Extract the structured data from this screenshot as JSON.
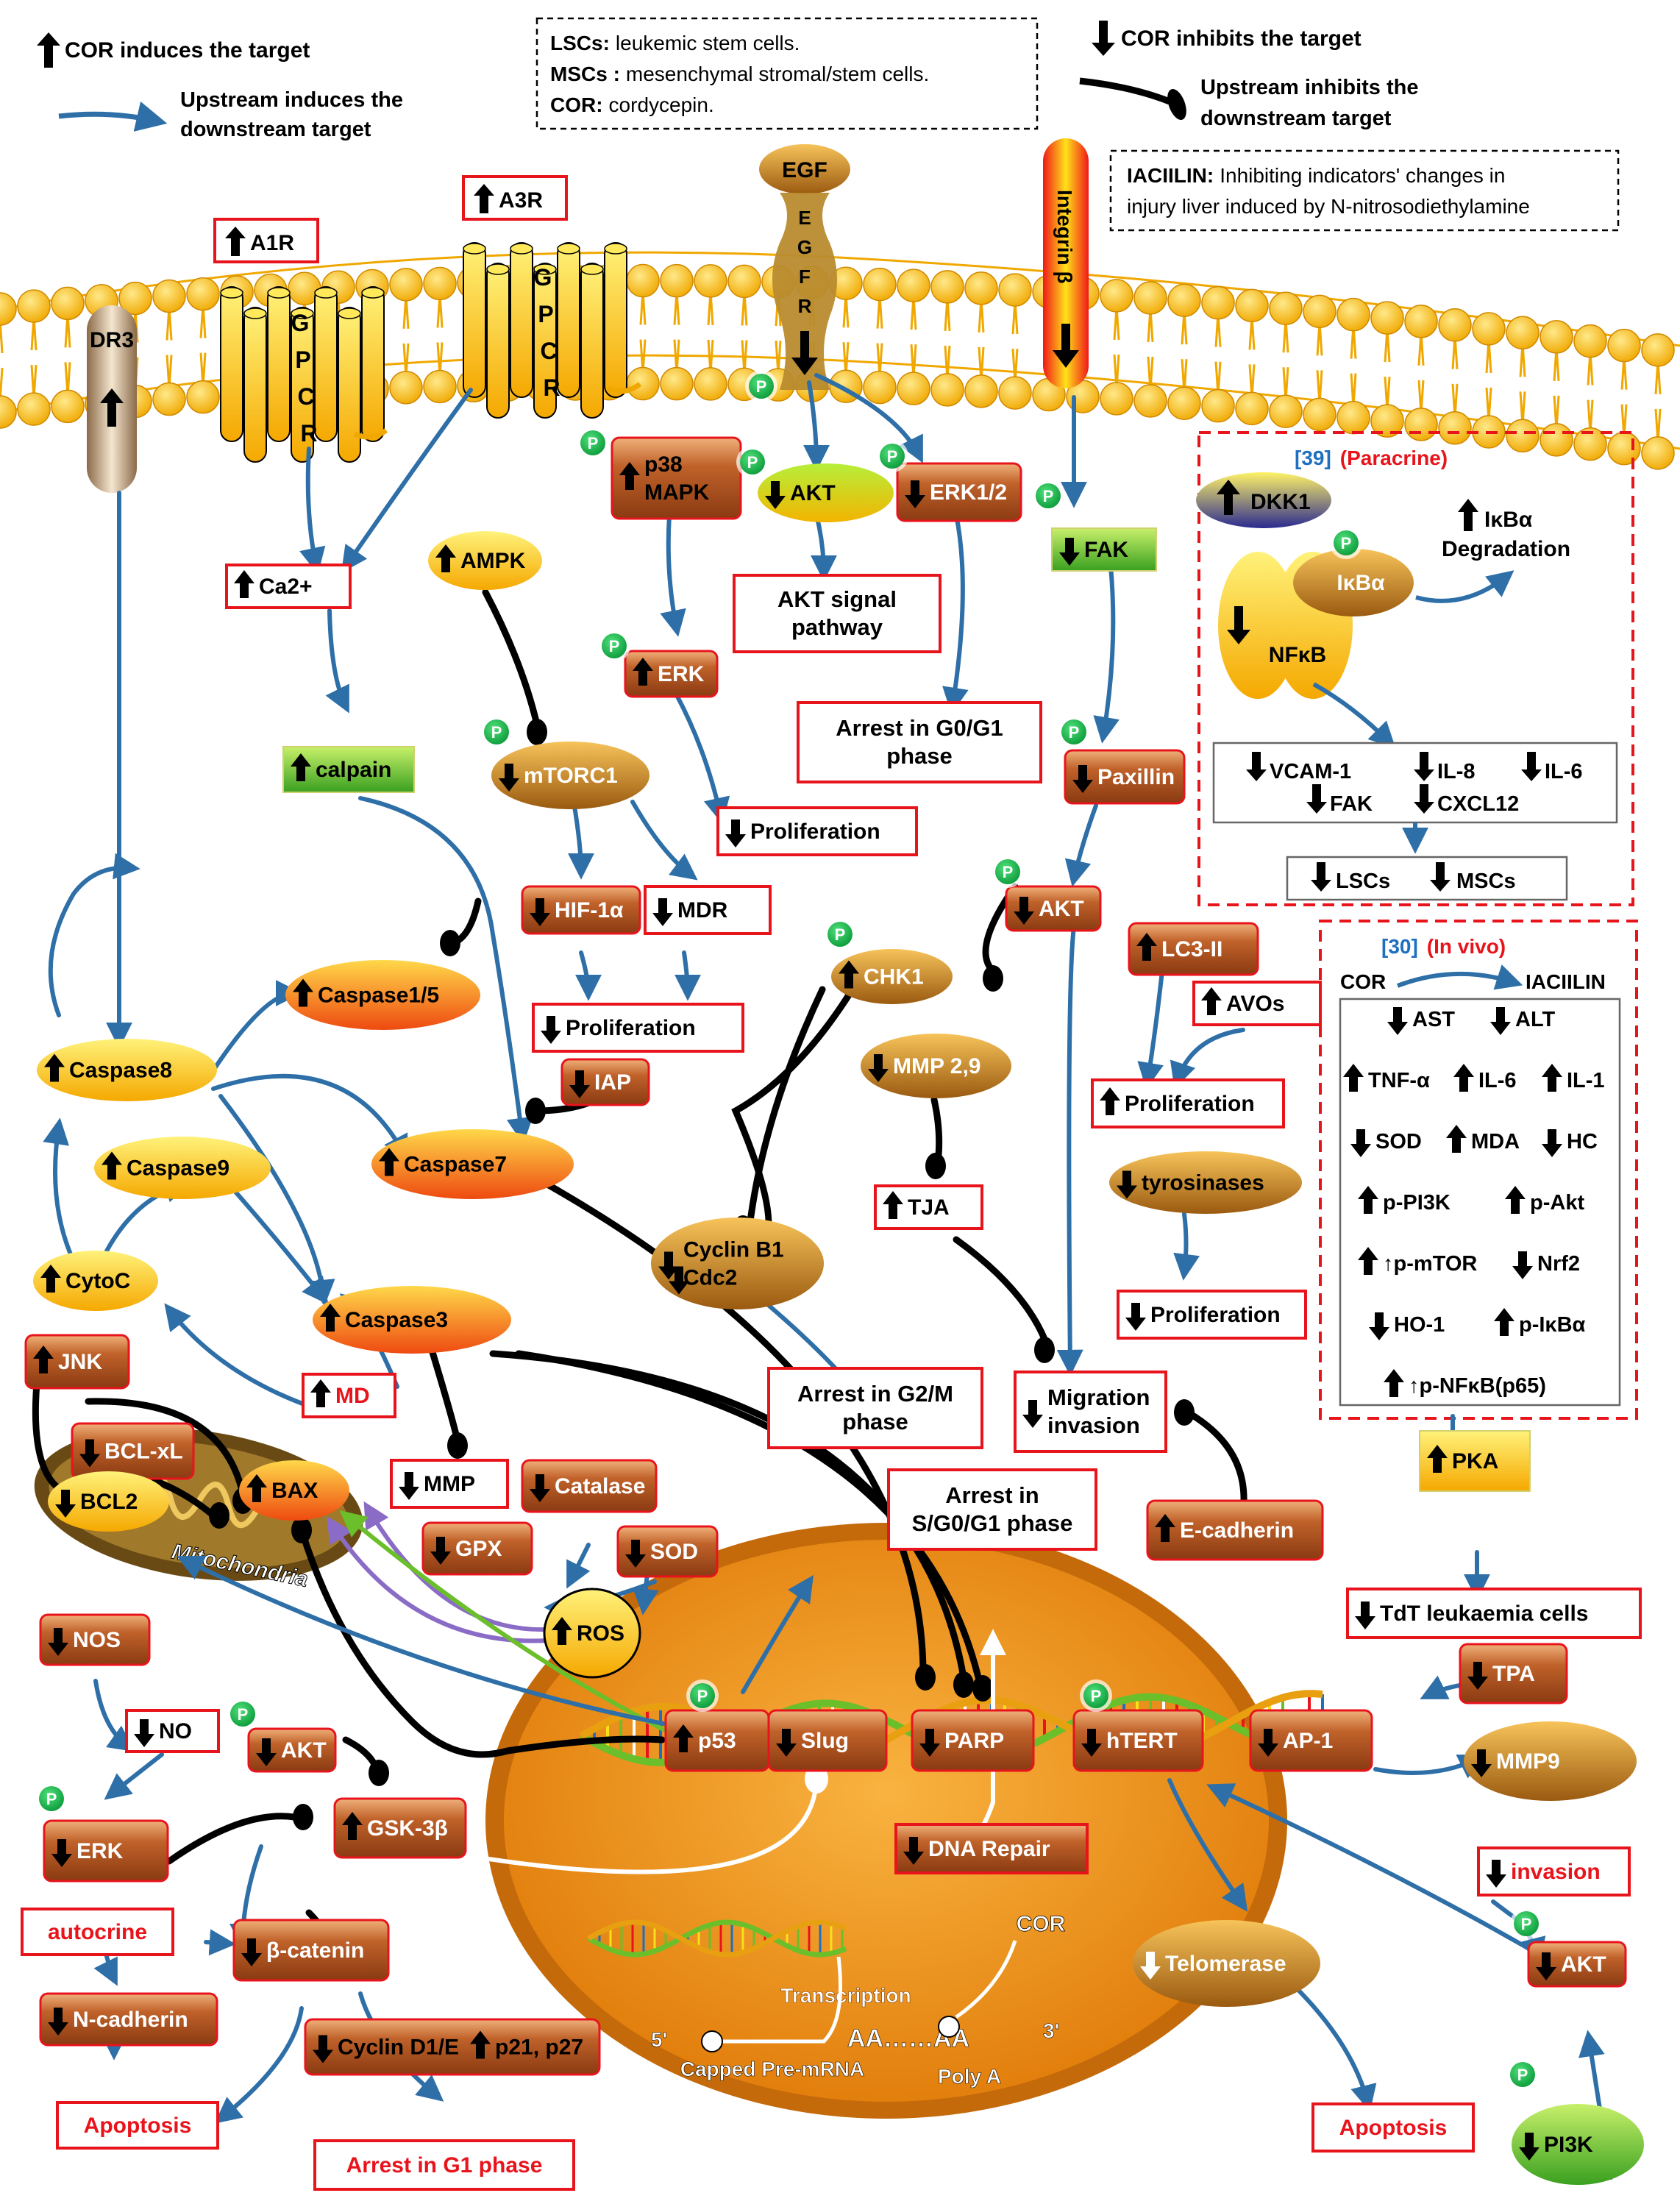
{
  "legend": {
    "induces": "COR induces the target",
    "inhibits": "COR inhibits the target",
    "upstream_induces_1": "Upstream induces the",
    "upstream_induces_2": "downstream target",
    "upstream_inhibits_1": "Upstream inhibits the",
    "upstream_inhibits_2": "downstream target"
  },
  "abbreviations": [
    {
      "term": "LSCs:",
      "definition": "leukemic stem cells."
    },
    {
      "term": "MSCs :",
      "definition": "mesenchymal stromal/stem cells."
    },
    {
      "term": "COR:",
      "definition": "cordycepin."
    }
  ],
  "iaciilin_note": {
    "term": "IACIILIN:",
    "line1": "Inhibiting indicators' changes in",
    "line2": "injury liver induced by N-nitrosodiethylamine"
  },
  "phos": "P",
  "membrane": {
    "dr3": "DR3",
    "a1r": "A1R",
    "a3r": "A3R",
    "gpcr": [
      "G",
      "P",
      "C",
      "R"
    ],
    "egf": "EGF",
    "egfr": [
      "E",
      "G",
      "F",
      "R"
    ],
    "integrin": "Integrin β"
  },
  "nodes": {
    "ca2": "Ca2+",
    "calpain": "calpain",
    "ampk": "AMPK",
    "mtorc1": "mTORC1",
    "p38_1": "p38",
    "p38_2": "MAPK",
    "erk_p38": "ERK",
    "prolif_1": "Proliferation",
    "hif1a": "HIF-1α",
    "mdr": "MDR",
    "prolif_2": "Proliferation",
    "iap": "IAP",
    "akt_top": "AKT",
    "akt_pathway_1": "AKT signal",
    "akt_pathway_2": "pathway",
    "erk12": "ERK1/2",
    "arrest_g0g1_1": "Arrest in G0/G1",
    "arrest_g0g1_2": "phase",
    "fak": "FAK",
    "paxillin": "Paxillin",
    "akt_pax": "AKT",
    "chk1": "CHK1",
    "mmp29": "MMP 2,9",
    "tja": "TJA",
    "cyclinb1": "Cyclin B1",
    "cdc2": "Cdc2",
    "arrest_g2m_1": "Arrest in G2/M",
    "arrest_g2m_2": "phase",
    "migration_1": "Migration",
    "migration_2": "invasion",
    "ecadherin": "E-cadherin",
    "arrest_sg0g1_1": "Arrest in",
    "arrest_sg0g1_2": "S/G0/G1 phase",
    "lc3": "LC3-II",
    "avos": "AVOs",
    "prolif_3": "Proliferation",
    "tyrosinases": "tyrosinases",
    "prolif_4": "Proliferation",
    "caspase15": "Caspase1/5",
    "caspase8": "Caspase8",
    "caspase9": "Caspase9",
    "caspase7": "Caspase7",
    "caspase3": "Caspase3",
    "cytoc": "CytoC",
    "md": "MD",
    "mmp": "MMP",
    "jnk": "JNK",
    "bclxl": "BCL-xL",
    "bcl2": "BCL2",
    "bax": "BAX",
    "mitochondria": "Mitochondria",
    "catalase": "Catalase",
    "gpx": "GPX",
    "sod": "SOD",
    "ros": "ROS",
    "nos": "NOS",
    "no": "NO",
    "erk_left": "ERK",
    "akt_gsk": "AKT",
    "gsk3b": "GSK-3β",
    "autocrine": "autocrine",
    "bcatenin": "β-catenin",
    "ncadherin": "N-cadherin",
    "apoptosis_left": "Apoptosis",
    "cyclind1": "Cyclin D1/E",
    "p21p27": "p21, p27",
    "arrest_g1": "Arrest in G1 phase",
    "p53": "p53",
    "slug": "Slug",
    "parp": "PARP",
    "htert": "hTERT",
    "ap1": "AP-1",
    "dna_repair": "DNA Repair",
    "transcription": "Transcription",
    "five_prime": "5'",
    "three_prime": "3'",
    "capped": "Capped Pre-mRNA",
    "polya_seq": "AA……AA",
    "polya": "Poly A",
    "cor_nuc": "COR",
    "telomerase": "Telomerase",
    "apoptosis_right": "Apoptosis",
    "mmp9": "MMP9",
    "invasion": "invasion",
    "tpa": "TPA",
    "tdt": "TdT leukaemia cells",
    "pka": "PKA",
    "akt_pi3k": "AKT",
    "pi3k": "PI3K"
  },
  "paracrine": {
    "ref": "[39]",
    "title": "(Paracrine)",
    "dkk1": "DKK1",
    "ikba": "IκBα",
    "ikba_deg_1": "IκBα",
    "ikba_deg_2": "Degradation",
    "nfkb": "NFκB",
    "targets": [
      "VCAM-1",
      "IL-8",
      "IL-6",
      "FAK",
      "CXCL12"
    ],
    "lscs": "LSCs",
    "mscs": "MSCs"
  },
  "invivo": {
    "ref": "[30]",
    "title": "(In vivo)",
    "cor": "COR",
    "iaciilin": "IACIILIN",
    "markers": [
      {
        "label": "AST",
        "dir": "down"
      },
      {
        "label": "ALT",
        "dir": "down"
      },
      {
        "label": "TNF-α",
        "dir": "up"
      },
      {
        "label": "IL-6",
        "dir": "up"
      },
      {
        "label": "IL-1",
        "dir": "up"
      },
      {
        "label": "SOD",
        "dir": "down"
      },
      {
        "label": "MDA",
        "dir": "up"
      },
      {
        "label": "HC",
        "dir": "down"
      },
      {
        "label": "p-PI3K",
        "dir": "up"
      },
      {
        "label": "p-Akt",
        "dir": "up"
      },
      {
        "label": "↑p-mTOR",
        "dir": "up"
      },
      {
        "label": "Nrf2",
        "dir": "down"
      },
      {
        "label": "HO-1",
        "dir": "down"
      },
      {
        "label": "p-IκBα",
        "dir": "up"
      },
      {
        "label": "↑p-NFκB(p65)",
        "dir": "up"
      }
    ]
  },
  "colors": {
    "arrow": "#2e6fa8",
    "inhibit": "#000000",
    "box_red": "#e8141c",
    "brown": "#a0481c",
    "orange": "#f07e10",
    "yellow": "#ffd21a",
    "green_node": "#5cc43a",
    "nucleus": "#f49a1e",
    "ref_blue": "#1e6fc0"
  }
}
